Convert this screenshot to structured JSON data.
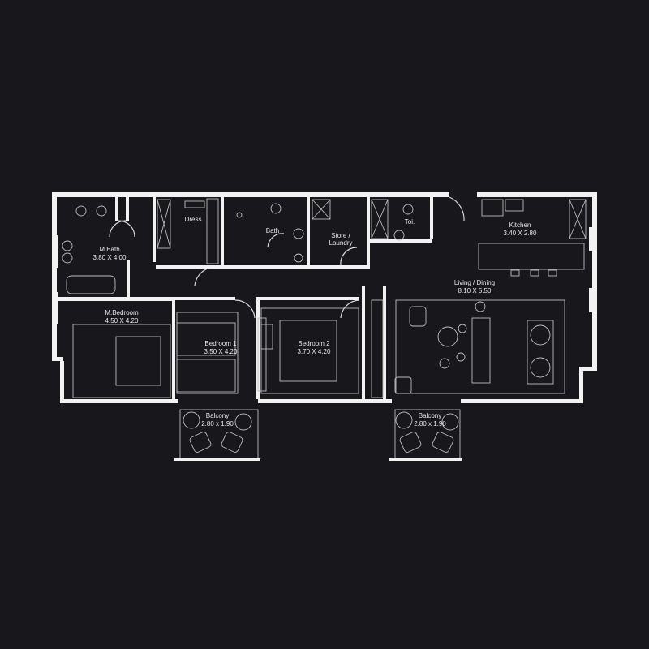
{
  "plan": {
    "background_color": "#18171c",
    "wall_color": "#f2f2f2",
    "rooms": [
      {
        "name": "M.Bath",
        "size": "3.80 X 4.00"
      },
      {
        "name": "Dress",
        "size": ""
      },
      {
        "name": "Bath",
        "size": ""
      },
      {
        "name": "Store /",
        "size": "Laundry"
      },
      {
        "name": "Toi.",
        "size": ""
      },
      {
        "name": "Kitchen",
        "size": "3.40 X 2.80"
      },
      {
        "name": "Living / Dining",
        "size": "8.10 X 5.50"
      },
      {
        "name": "M.Bedroom",
        "size": "4.50 X 4.20"
      },
      {
        "name": "Bedroom 1",
        "size": "3.50 X 4.20"
      },
      {
        "name": "Bedroom 2",
        "size": "3.70 X 4.20"
      },
      {
        "name": "Balcony",
        "size": "2.80 x 1.90"
      },
      {
        "name": "Balcony",
        "size": "2.80 x 1.90"
      }
    ]
  }
}
